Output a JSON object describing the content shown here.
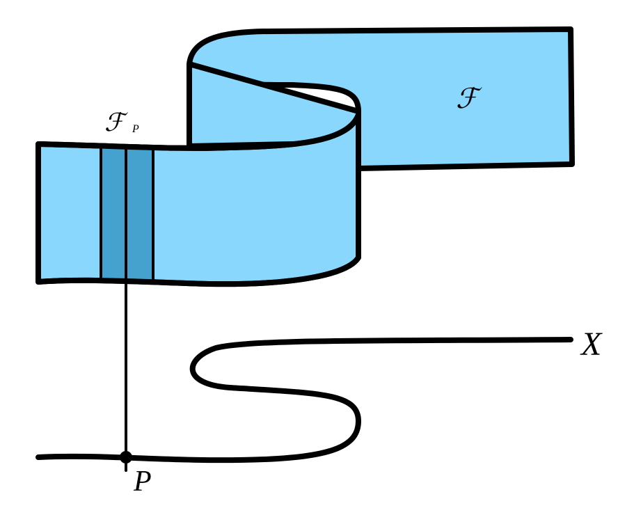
{
  "diagram": {
    "colors": {
      "sheet_fill": "#8ad7fe",
      "stalk_fill": "#45a1cd",
      "ink": "#000000",
      "background": "#ffffff"
    },
    "labels": {
      "sheaf": "ℱ",
      "stalk": "ℱ",
      "stalk_subscript": "P",
      "space": "X",
      "point": "P"
    }
  }
}
